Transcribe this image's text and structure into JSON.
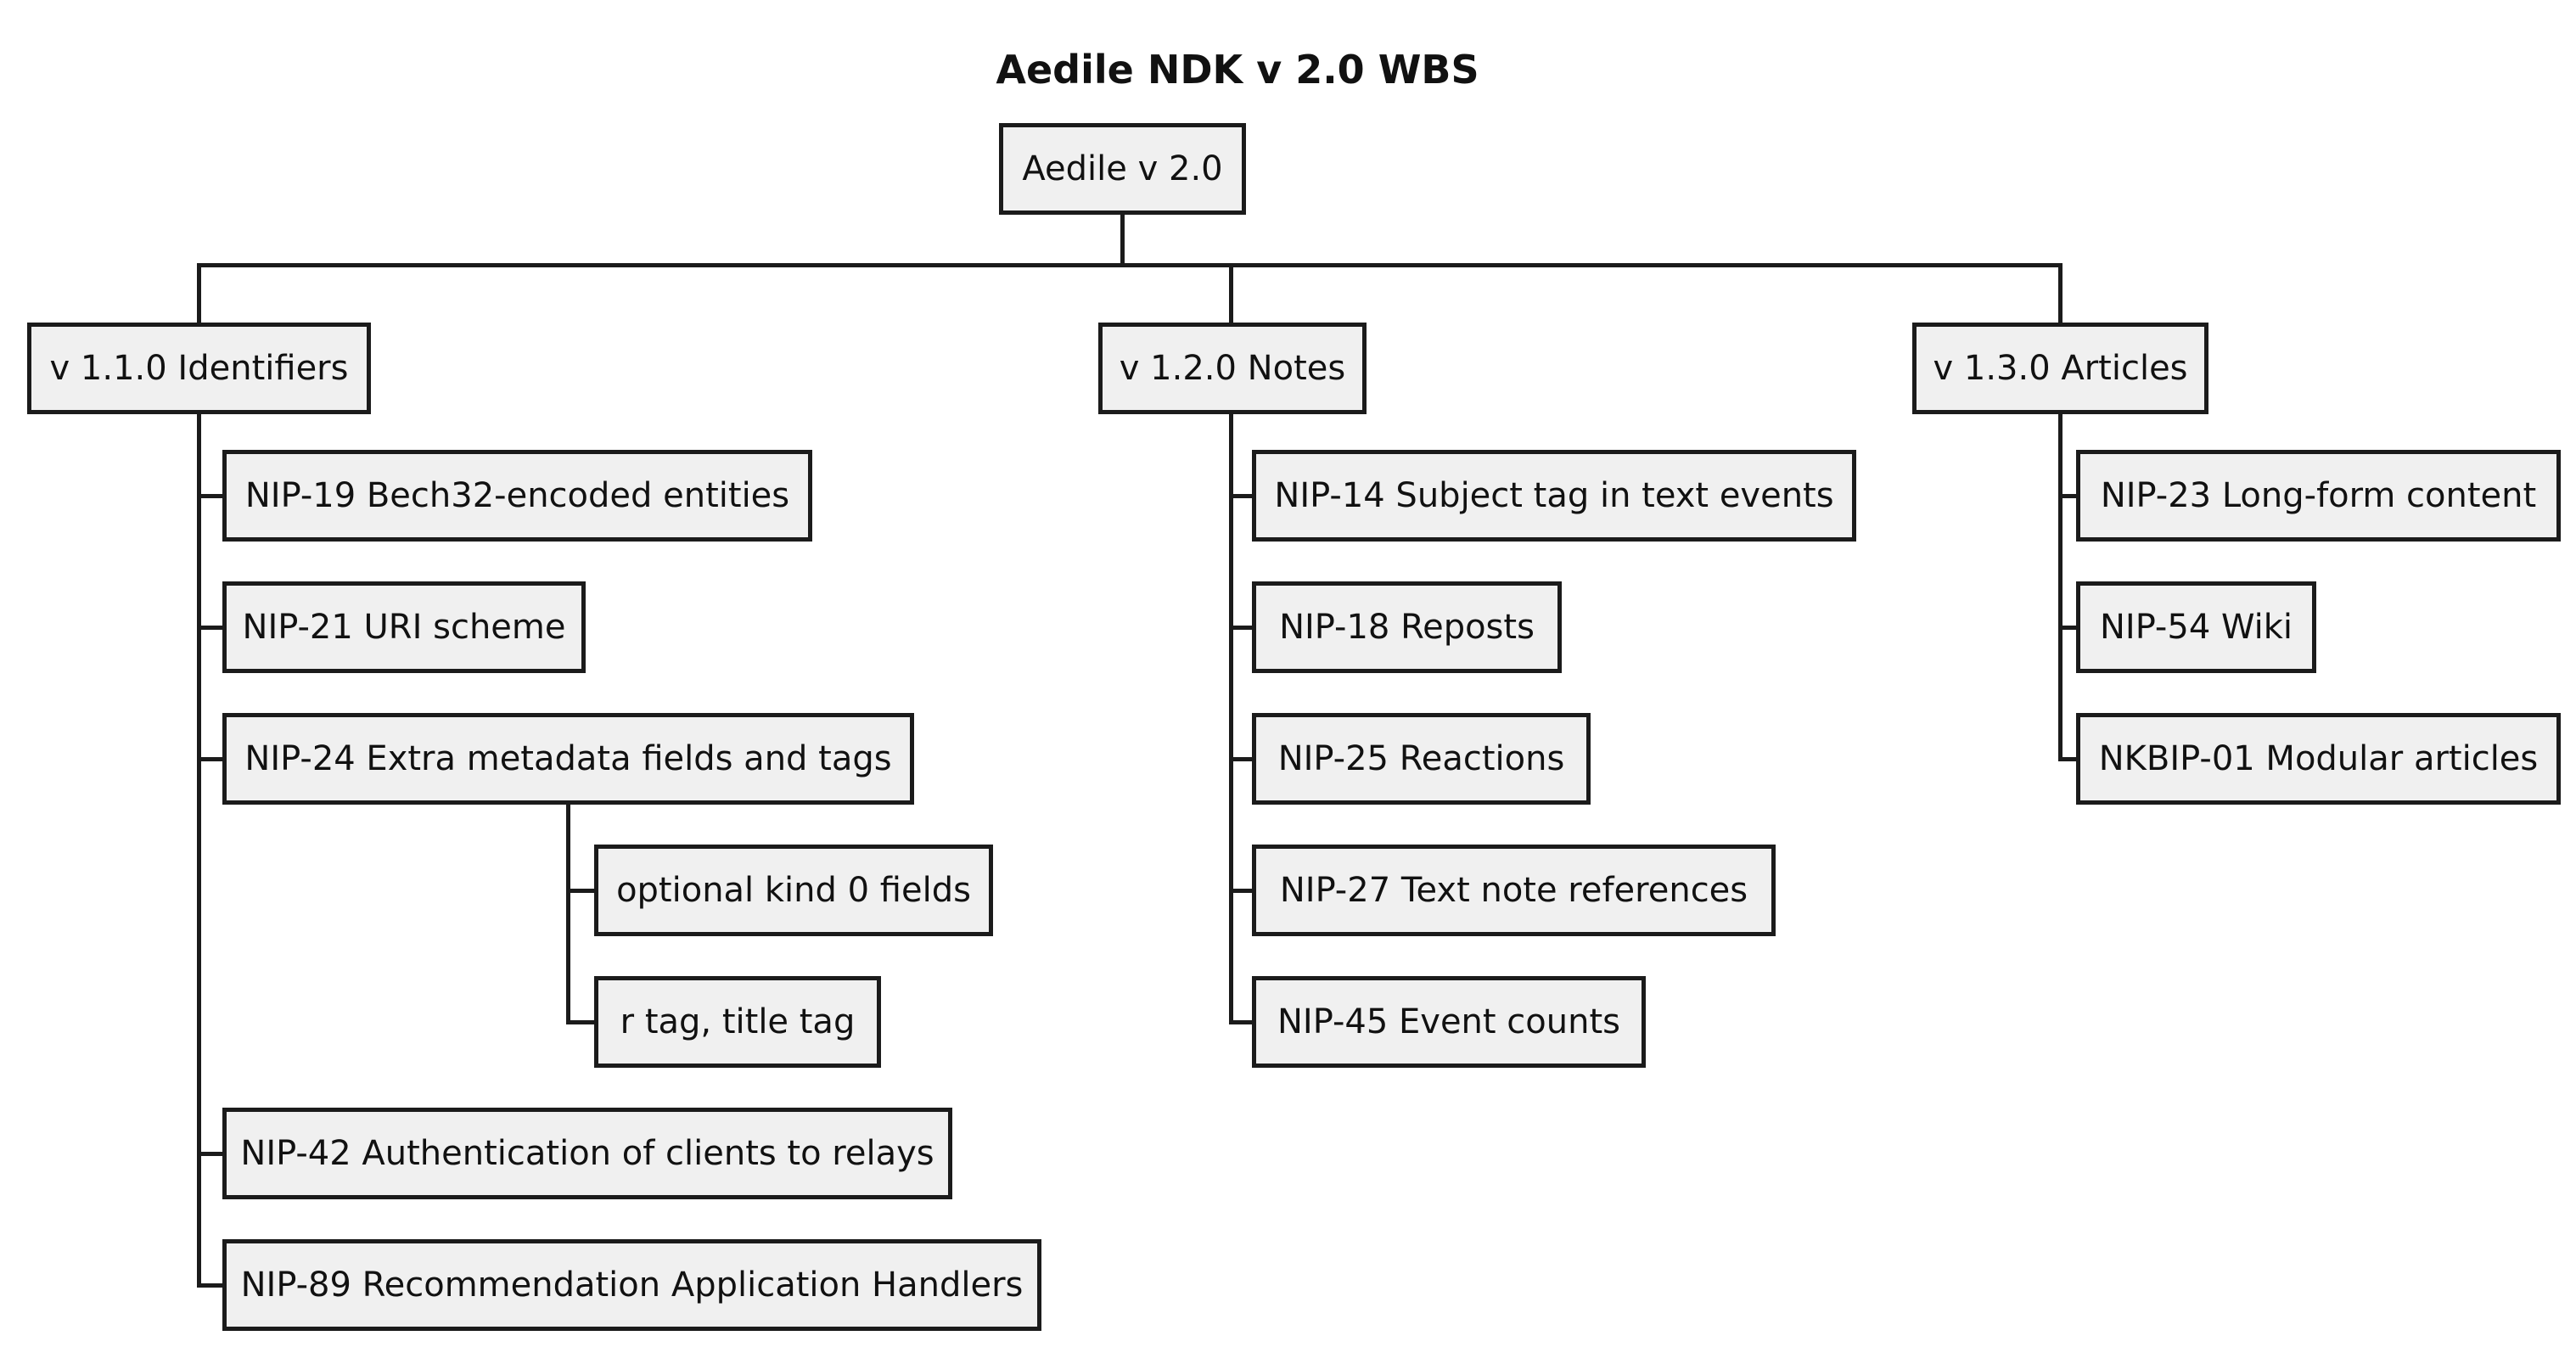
{
  "title": "Aedile NDK v 2.0 WBS",
  "root": {
    "label": "Aedile v 2.0"
  },
  "branches": [
    {
      "label": "v 1.1.0 Identifiers",
      "children": [
        {
          "label": "NIP-19 Bech32-encoded entities"
        },
        {
          "label": "NIP-21 URI scheme"
        },
        {
          "label": "NIP-24 Extra metadata fields and tags",
          "children": [
            {
              "label": "optional kind 0 fields"
            },
            {
              "label": "r tag, title tag"
            }
          ]
        },
        {
          "label": "NIP-42 Authentication of clients to relays"
        },
        {
          "label": "NIP-89 Recommendation Application Handlers"
        }
      ]
    },
    {
      "label": "v 1.2.0 Notes",
      "children": [
        {
          "label": "NIP-14 Subject tag in text events"
        },
        {
          "label": "NIP-18 Reposts"
        },
        {
          "label": "NIP-25 Reactions"
        },
        {
          "label": "NIP-27 Text note references"
        },
        {
          "label": "NIP-45 Event counts"
        }
      ]
    },
    {
      "label": "v 1.3.0 Articles",
      "children": [
        {
          "label": "NIP-23 Long-form content"
        },
        {
          "label": "NIP-54 Wiki"
        },
        {
          "label": "NKBIP-01 Modular articles"
        }
      ]
    }
  ],
  "colors": {
    "background": "#ffffff",
    "box_fill": "#f0f0f0",
    "box_border": "#1b1b1b",
    "line": "#1b1b1b",
    "text": "#111111"
  }
}
